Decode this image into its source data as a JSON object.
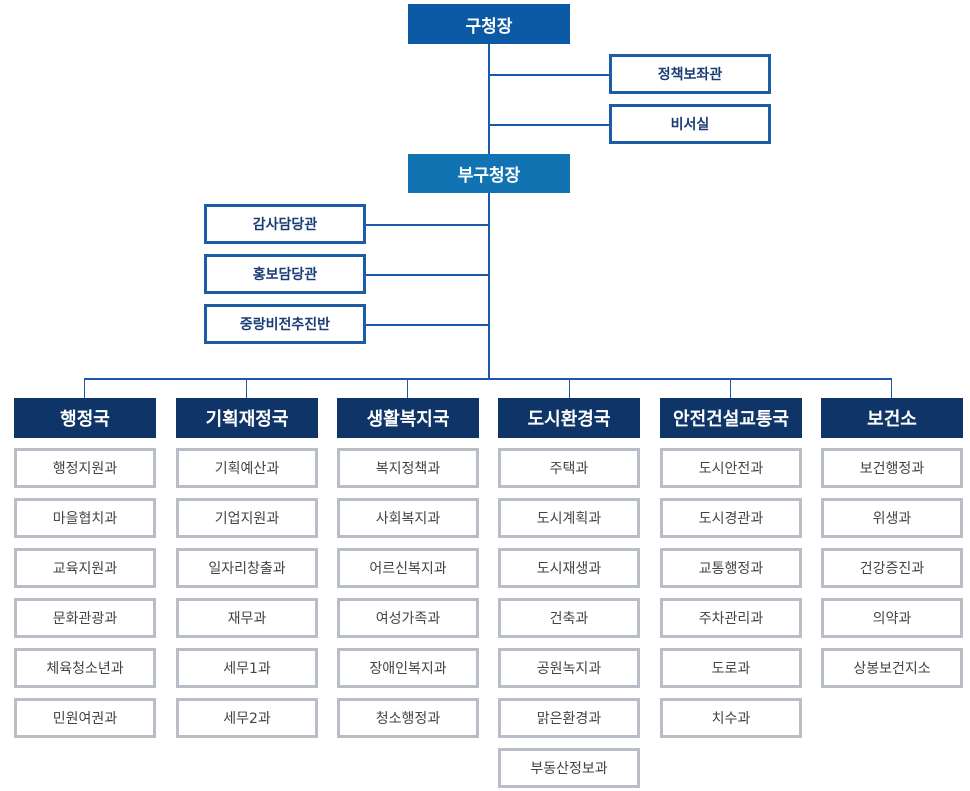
{
  "chief": "구청장",
  "chief_staff": [
    "정책보좌관",
    "비서실"
  ],
  "deputy": "부구청장",
  "deputy_staff": [
    "감사담당관",
    "홍보담당관",
    "중랑비전추진반"
  ],
  "bureaus": [
    {
      "name": "행정국",
      "divisions": [
        "행정지원과",
        "마을협치과",
        "교육지원과",
        "문화관광과",
        "체육청소년과",
        "민원여권과"
      ]
    },
    {
      "name": "기획재정국",
      "divisions": [
        "기획예산과",
        "기업지원과",
        "일자리창출과",
        "재무과",
        "세무1과",
        "세무2과"
      ]
    },
    {
      "name": "생활복지국",
      "divisions": [
        "복지정책과",
        "사회복지과",
        "어르신복지과",
        "여성가족과",
        "장애인복지과",
        "청소행정과"
      ]
    },
    {
      "name": "도시환경국",
      "divisions": [
        "주택과",
        "도시계획과",
        "도시재생과",
        "건축과",
        "공원녹지과",
        "맑은환경과",
        "부동산정보과"
      ]
    },
    {
      "name": "안전건설교통국",
      "divisions": [
        "도시안전과",
        "도시경관과",
        "교통행정과",
        "주차관리과",
        "도로과",
        "치수과"
      ]
    },
    {
      "name": "보건소",
      "divisions": [
        "보건행정과",
        "위생과",
        "건강증진과",
        "의약과",
        "상봉보건지소"
      ]
    }
  ]
}
